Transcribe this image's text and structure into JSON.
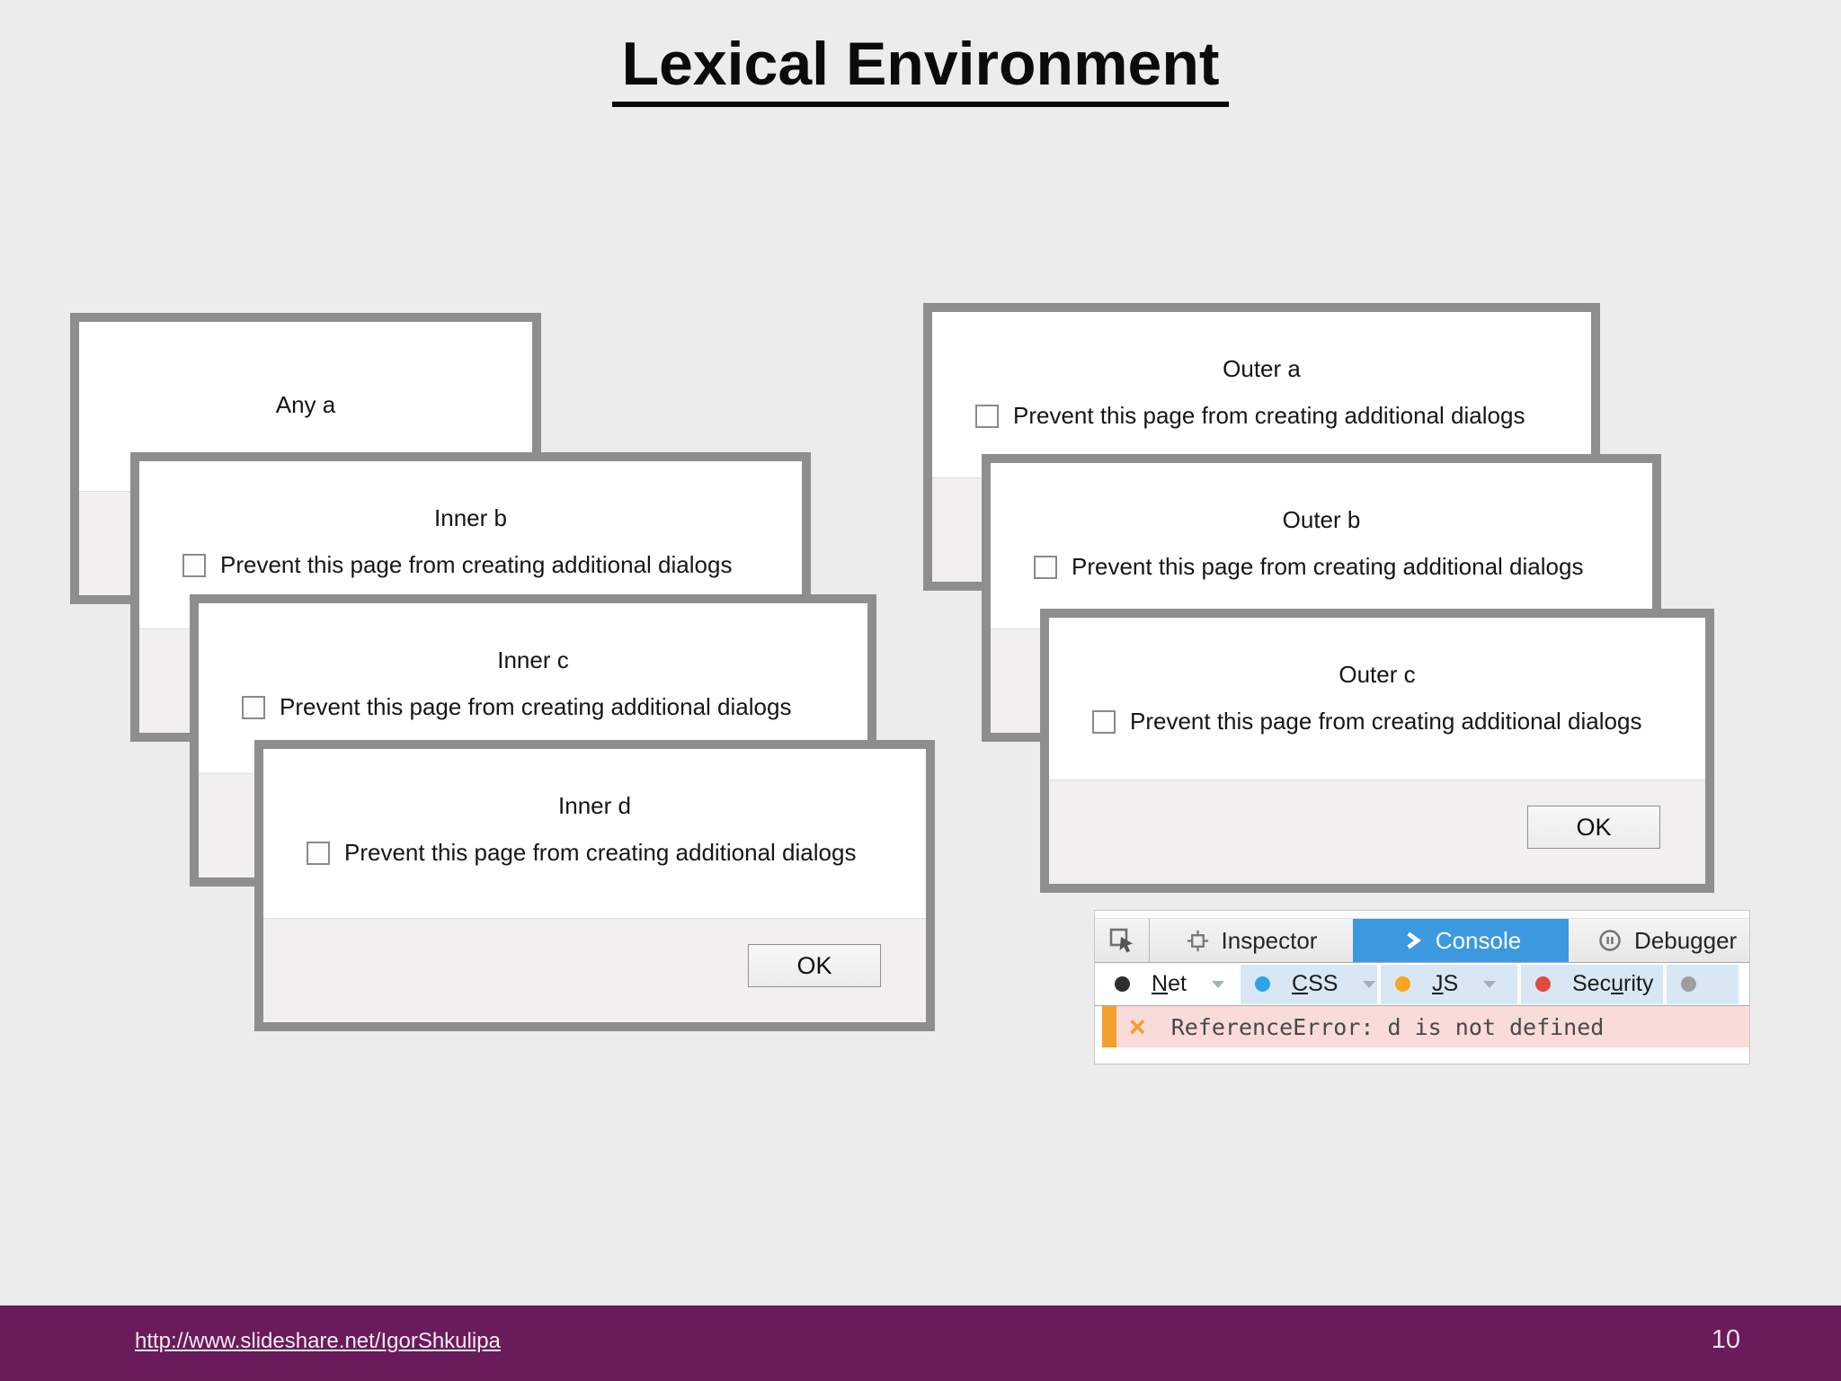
{
  "colors": {
    "slide-bg": "#ececec",
    "title-color": "#0b0b0b",
    "footer-purple": "#6a1b59",
    "dialog-border": "#8e8e8e",
    "dialog-footer-bg": "#f1eff0",
    "console-blue": "#3c99e0",
    "filter-chip-bg": "#d9e7f4",
    "error-row-bg": "#f9dbda",
    "error-accent": "#f2a02c"
  },
  "slide": {
    "title": "Lexical Environment",
    "footer_link": "http://www.slideshare.net/IgorShkulipa",
    "page_number": "10"
  },
  "dialogs": {
    "checkbox_label": "Prevent this page from creating additional dialogs",
    "ok_label": "OK",
    "left": [
      {
        "title": "Any a"
      },
      {
        "title": "Inner b"
      },
      {
        "title": "Inner c"
      },
      {
        "title": "Inner d"
      }
    ],
    "right": [
      {
        "title": "Outer a"
      },
      {
        "title": "Outer b"
      },
      {
        "title": "Outer c"
      }
    ]
  },
  "devtools": {
    "tabs": [
      {
        "label": "Inspector"
      },
      {
        "label": "Console",
        "active": true
      },
      {
        "label": "Debugger"
      }
    ],
    "filters": [
      {
        "pre": "",
        "key": "N",
        "post": "et",
        "dot": "#2e2e2e",
        "highlighted": false
      },
      {
        "pre": "",
        "key": "C",
        "post": "SS",
        "dot": "#2fa3e8",
        "highlighted": true
      },
      {
        "pre": "",
        "key": "J",
        "post": "S",
        "dot": "#f5a623",
        "highlighted": true
      },
      {
        "pre": "Sec",
        "key": "u",
        "post": "rity",
        "dot": "#e04b40",
        "highlighted": true
      },
      {
        "pre": "",
        "key": "",
        "post": "",
        "dot": "#9e9e9e",
        "highlighted": true
      }
    ],
    "error_icon_glyph": "×",
    "console_message": "ReferenceError: d is not defined"
  }
}
